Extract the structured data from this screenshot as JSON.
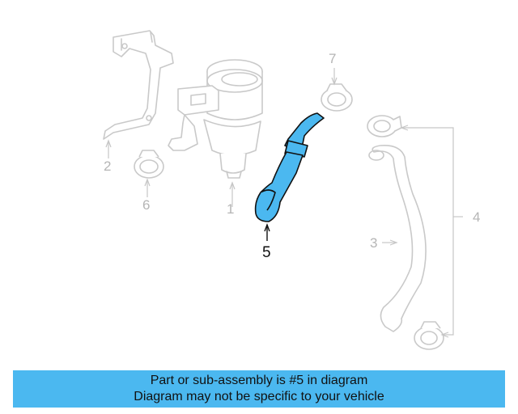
{
  "diagram": {
    "callouts": [
      {
        "id": "1",
        "label": "1"
      },
      {
        "id": "2",
        "label": "2"
      },
      {
        "id": "3",
        "label": "3"
      },
      {
        "id": "4",
        "label": "4"
      },
      {
        "id": "5",
        "label": "5",
        "highlighted": true
      },
      {
        "id": "6",
        "label": "6"
      },
      {
        "id": "7",
        "label": "7"
      }
    ],
    "colors": {
      "highlight": "#4bb8f0",
      "ghost": "#c9c9c9",
      "ink": "#111111"
    }
  },
  "banner": {
    "line1": "Part or sub-assembly is #5 in diagram",
    "line2": "Diagram may not be specific to your vehicle"
  }
}
